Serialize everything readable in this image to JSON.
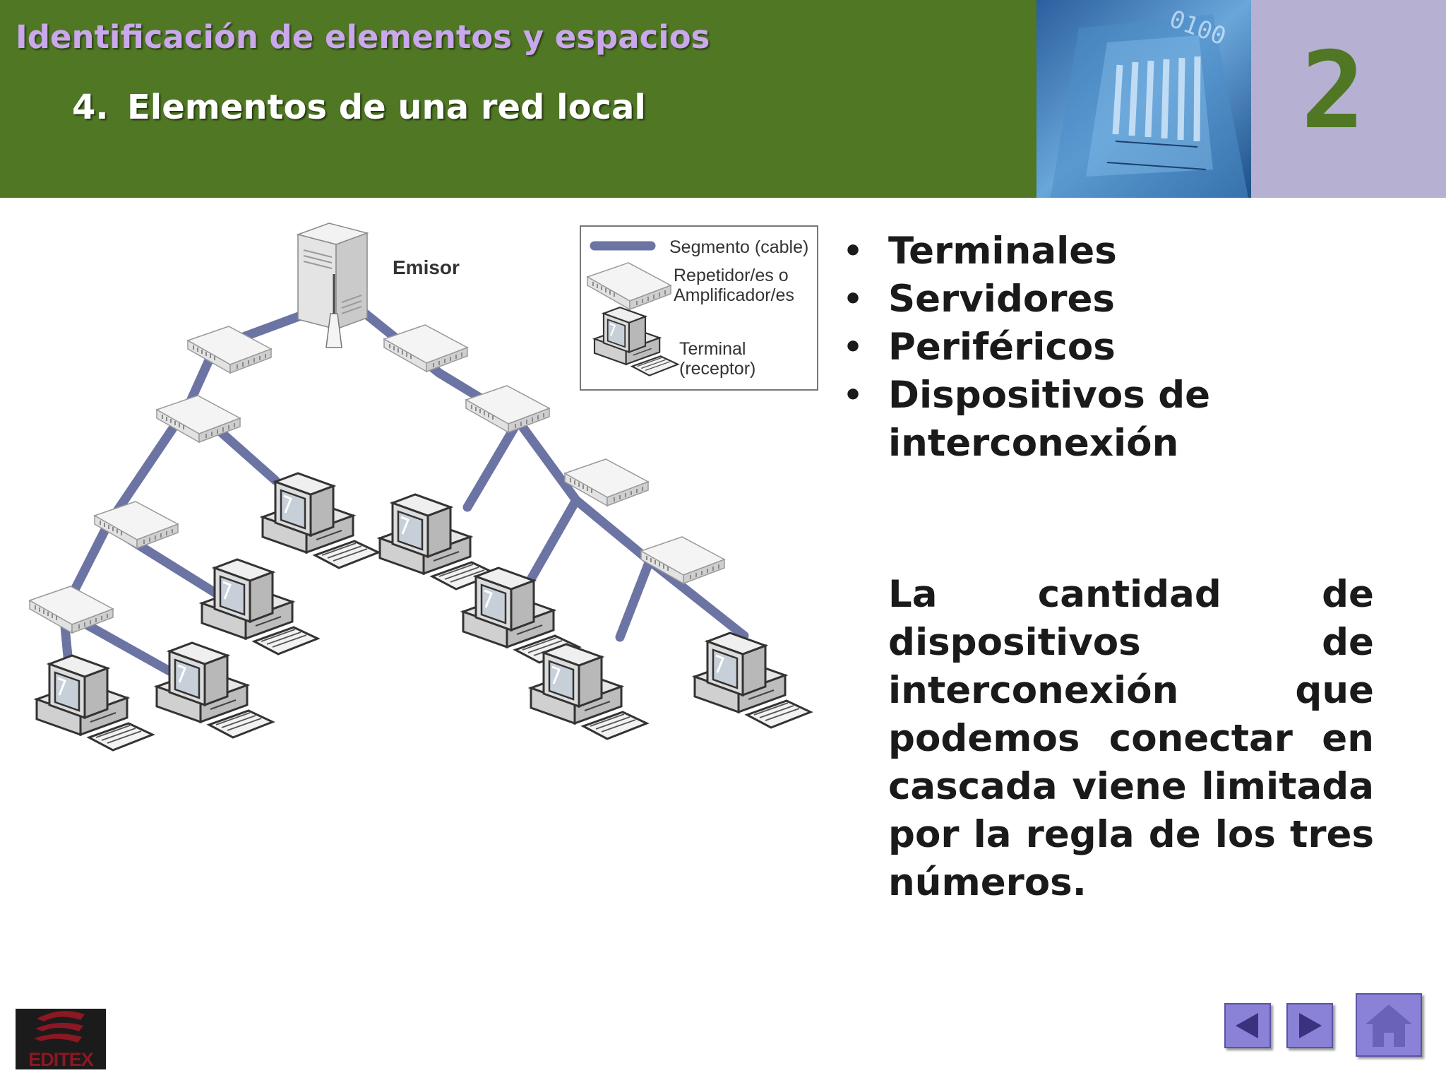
{
  "header": {
    "section_title": "Identificación de elementos y espacios",
    "subtitle_number": "4.",
    "subtitle_text": "Elementos de una red local",
    "chapter_number": "2",
    "colors": {
      "header_bg": "#4f7724",
      "chapter_panel_bg": "#b6b0d2",
      "title_color": "#c9a8ec"
    }
  },
  "diagram": {
    "emisor_label": "Emisor",
    "legend": {
      "segment_label": "Segmento (cable)",
      "repeater_label_line1": "Repetidor/es o",
      "repeater_label_line2": "Amplificador/es",
      "terminal_label_line1": "Terminal",
      "terminal_label_line2": "(receptor)"
    },
    "cable_color": "#6c74a4"
  },
  "bullets": [
    {
      "text": "Terminales"
    },
    {
      "text": "Servidores"
    },
    {
      "text": "Periféricos"
    },
    {
      "text": "Dispositivos de interconexión"
    }
  ],
  "bullet_glyph": "•",
  "paragraph": "La cantidad de dispositivos de interconexión que podemos conectar en cascada viene limitada por la regla de los tres números.",
  "footer": {
    "logo_text": "EDITEX",
    "nav": {
      "prev_icon": "triangle-left-icon",
      "next_icon": "triangle-right-icon",
      "home_icon": "house-icon",
      "button_color": "#8a82d6"
    }
  }
}
